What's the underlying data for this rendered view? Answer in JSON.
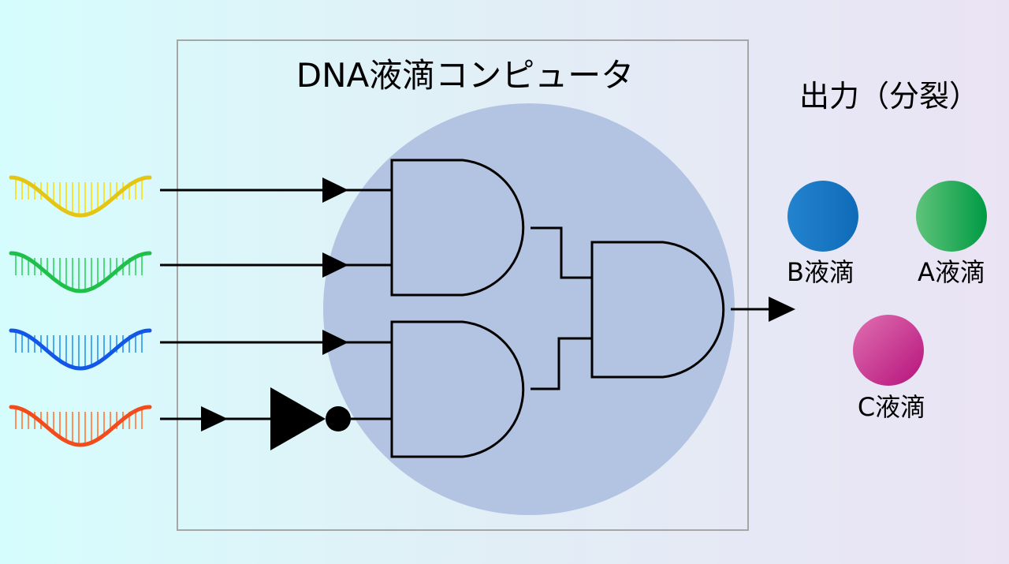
{
  "title": "DNA液滴コンピュータ",
  "output_title": "出力（分裂）",
  "colors": {
    "background_left": "#d6fdfd",
    "background_right": "#eae3f4",
    "box_border": "#a6a6a6",
    "circle_fill": "#b2c4e2",
    "wire": "#000000"
  },
  "inputs": [
    {
      "name": "yellow-dna-strand-icon",
      "color": "#f5e33c",
      "dark": "#e4c512"
    },
    {
      "name": "green-dna-strand-icon",
      "color": "#4fdc7c",
      "dark": "#1fbf4a"
    },
    {
      "name": "blue-dna-strand-icon",
      "color": "#4ea7f4",
      "dark": "#1257e6"
    },
    {
      "name": "orange-dna-strand-icon",
      "color": "#ff8d5a",
      "dark": "#f24b1c"
    }
  ],
  "gates": {
    "and_gates": 3,
    "not_gates": 1
  },
  "outputs": [
    {
      "label": "B液滴",
      "color": "#0f6bb8",
      "color_light": "#2383cf"
    },
    {
      "label": "A液滴",
      "color": "#009a43",
      "color_light": "#5fc47a"
    },
    {
      "label": "C液滴",
      "color": "#b5127c",
      "color_light": "#e070b0"
    }
  ]
}
